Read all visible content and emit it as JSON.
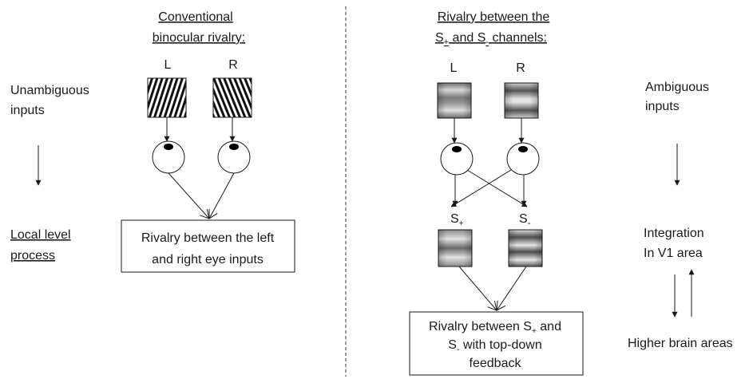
{
  "left_panel": {
    "title_line1": "Conventional",
    "title_line2": "binocular rivalry:",
    "eye_left_label": "L",
    "eye_right_label": "R",
    "side_label_top_line1": "Unambiguous",
    "side_label_top_line2": "inputs",
    "side_label_mid_line1": "Local level",
    "side_label_mid_line2": "process",
    "box_line1": "Rivalry between the left",
    "box_line2": "and right eye inputs"
  },
  "right_panel": {
    "title_line1": "Rivalry between the",
    "title_line2_prefix": "S",
    "title_line2_sub1": "+",
    "title_line2_mid": " and S",
    "title_line2_sub2": "-",
    "title_line2_suffix": " channels:",
    "eye_left_label": "L",
    "eye_right_label": "R",
    "channel_plus_base": "S",
    "channel_plus_sub": "+",
    "channel_minus_base": "S",
    "channel_minus_sub": "-",
    "side_label_top_line1": "Ambiguous",
    "side_label_top_line2": "inputs",
    "side_label_mid_line1": "Integration",
    "side_label_mid_line2": "In V1 area",
    "side_label_bottom": "Higher brain areas",
    "box_line1_prefix": "Rivalry between S",
    "box_line1_sub": "+",
    "box_line1_suffix": " and",
    "box_line2_prefix": "S",
    "box_line2_sub": "-",
    "box_line2_suffix": " with top-down",
    "box_line3": "feedback"
  }
}
